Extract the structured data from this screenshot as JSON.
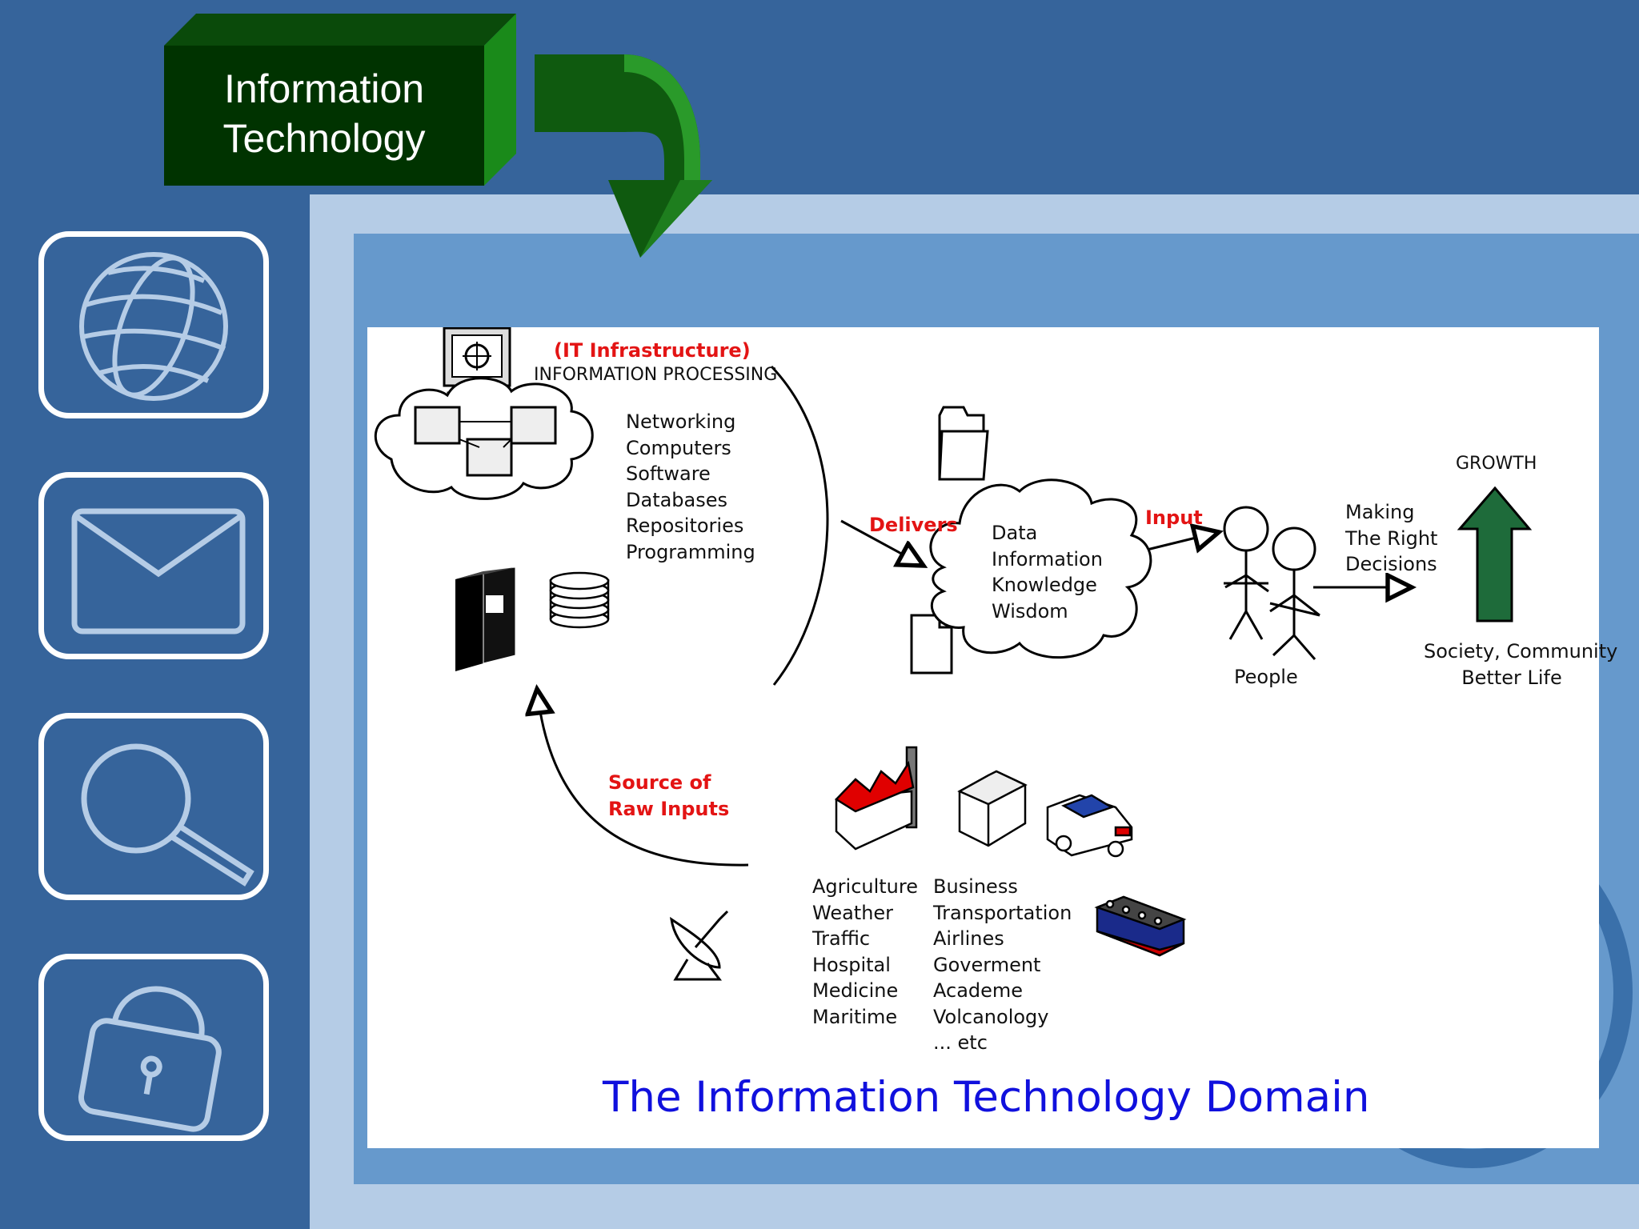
{
  "header": {
    "title_line1": "Information",
    "title_line2": "Technology"
  },
  "sidebar": {
    "icons": [
      "globe-icon",
      "envelope-icon",
      "magnifier-icon",
      "padlock-icon"
    ]
  },
  "colors": {
    "slide_background": "#36649b",
    "panel_light": "#b5cce6",
    "panel_mid": "#6699cc",
    "title_box": "#003300",
    "arrow_green": "#1a7a1a",
    "label_red": "#e31414",
    "caption_blue": "#1010dd",
    "growth_arrow": "#1e6b3a"
  },
  "diagram": {
    "infra_label": "(IT Infrastructure)",
    "processing_label": "INFORMATION PROCESSING",
    "infra_items": [
      "Networking",
      "Computers",
      "Software",
      "Databases",
      "Repositories",
      "Programming"
    ],
    "delivers_label": "Delivers",
    "cloud_items": [
      "Data",
      "Information",
      "Knowledge",
      "Wisdom"
    ],
    "input_label": "Input",
    "people_label": "People",
    "decision_items": [
      "Making",
      "The Right",
      "Decisions"
    ],
    "growth_label": "GROWTH",
    "society_line1": "Society, Community",
    "society_line2": "Better Life",
    "source_line1": "Source of",
    "source_line2": "Raw Inputs",
    "sources_col1": [
      "Agriculture",
      "Weather",
      "Traffic",
      "Hospital",
      "Medicine",
      "Maritime"
    ],
    "sources_col2": [
      "Business",
      "Transportation",
      "Airlines",
      "Goverment",
      "Academe",
      "Volcanology",
      "... etc"
    ],
    "caption": "The Information Technology Domain"
  }
}
